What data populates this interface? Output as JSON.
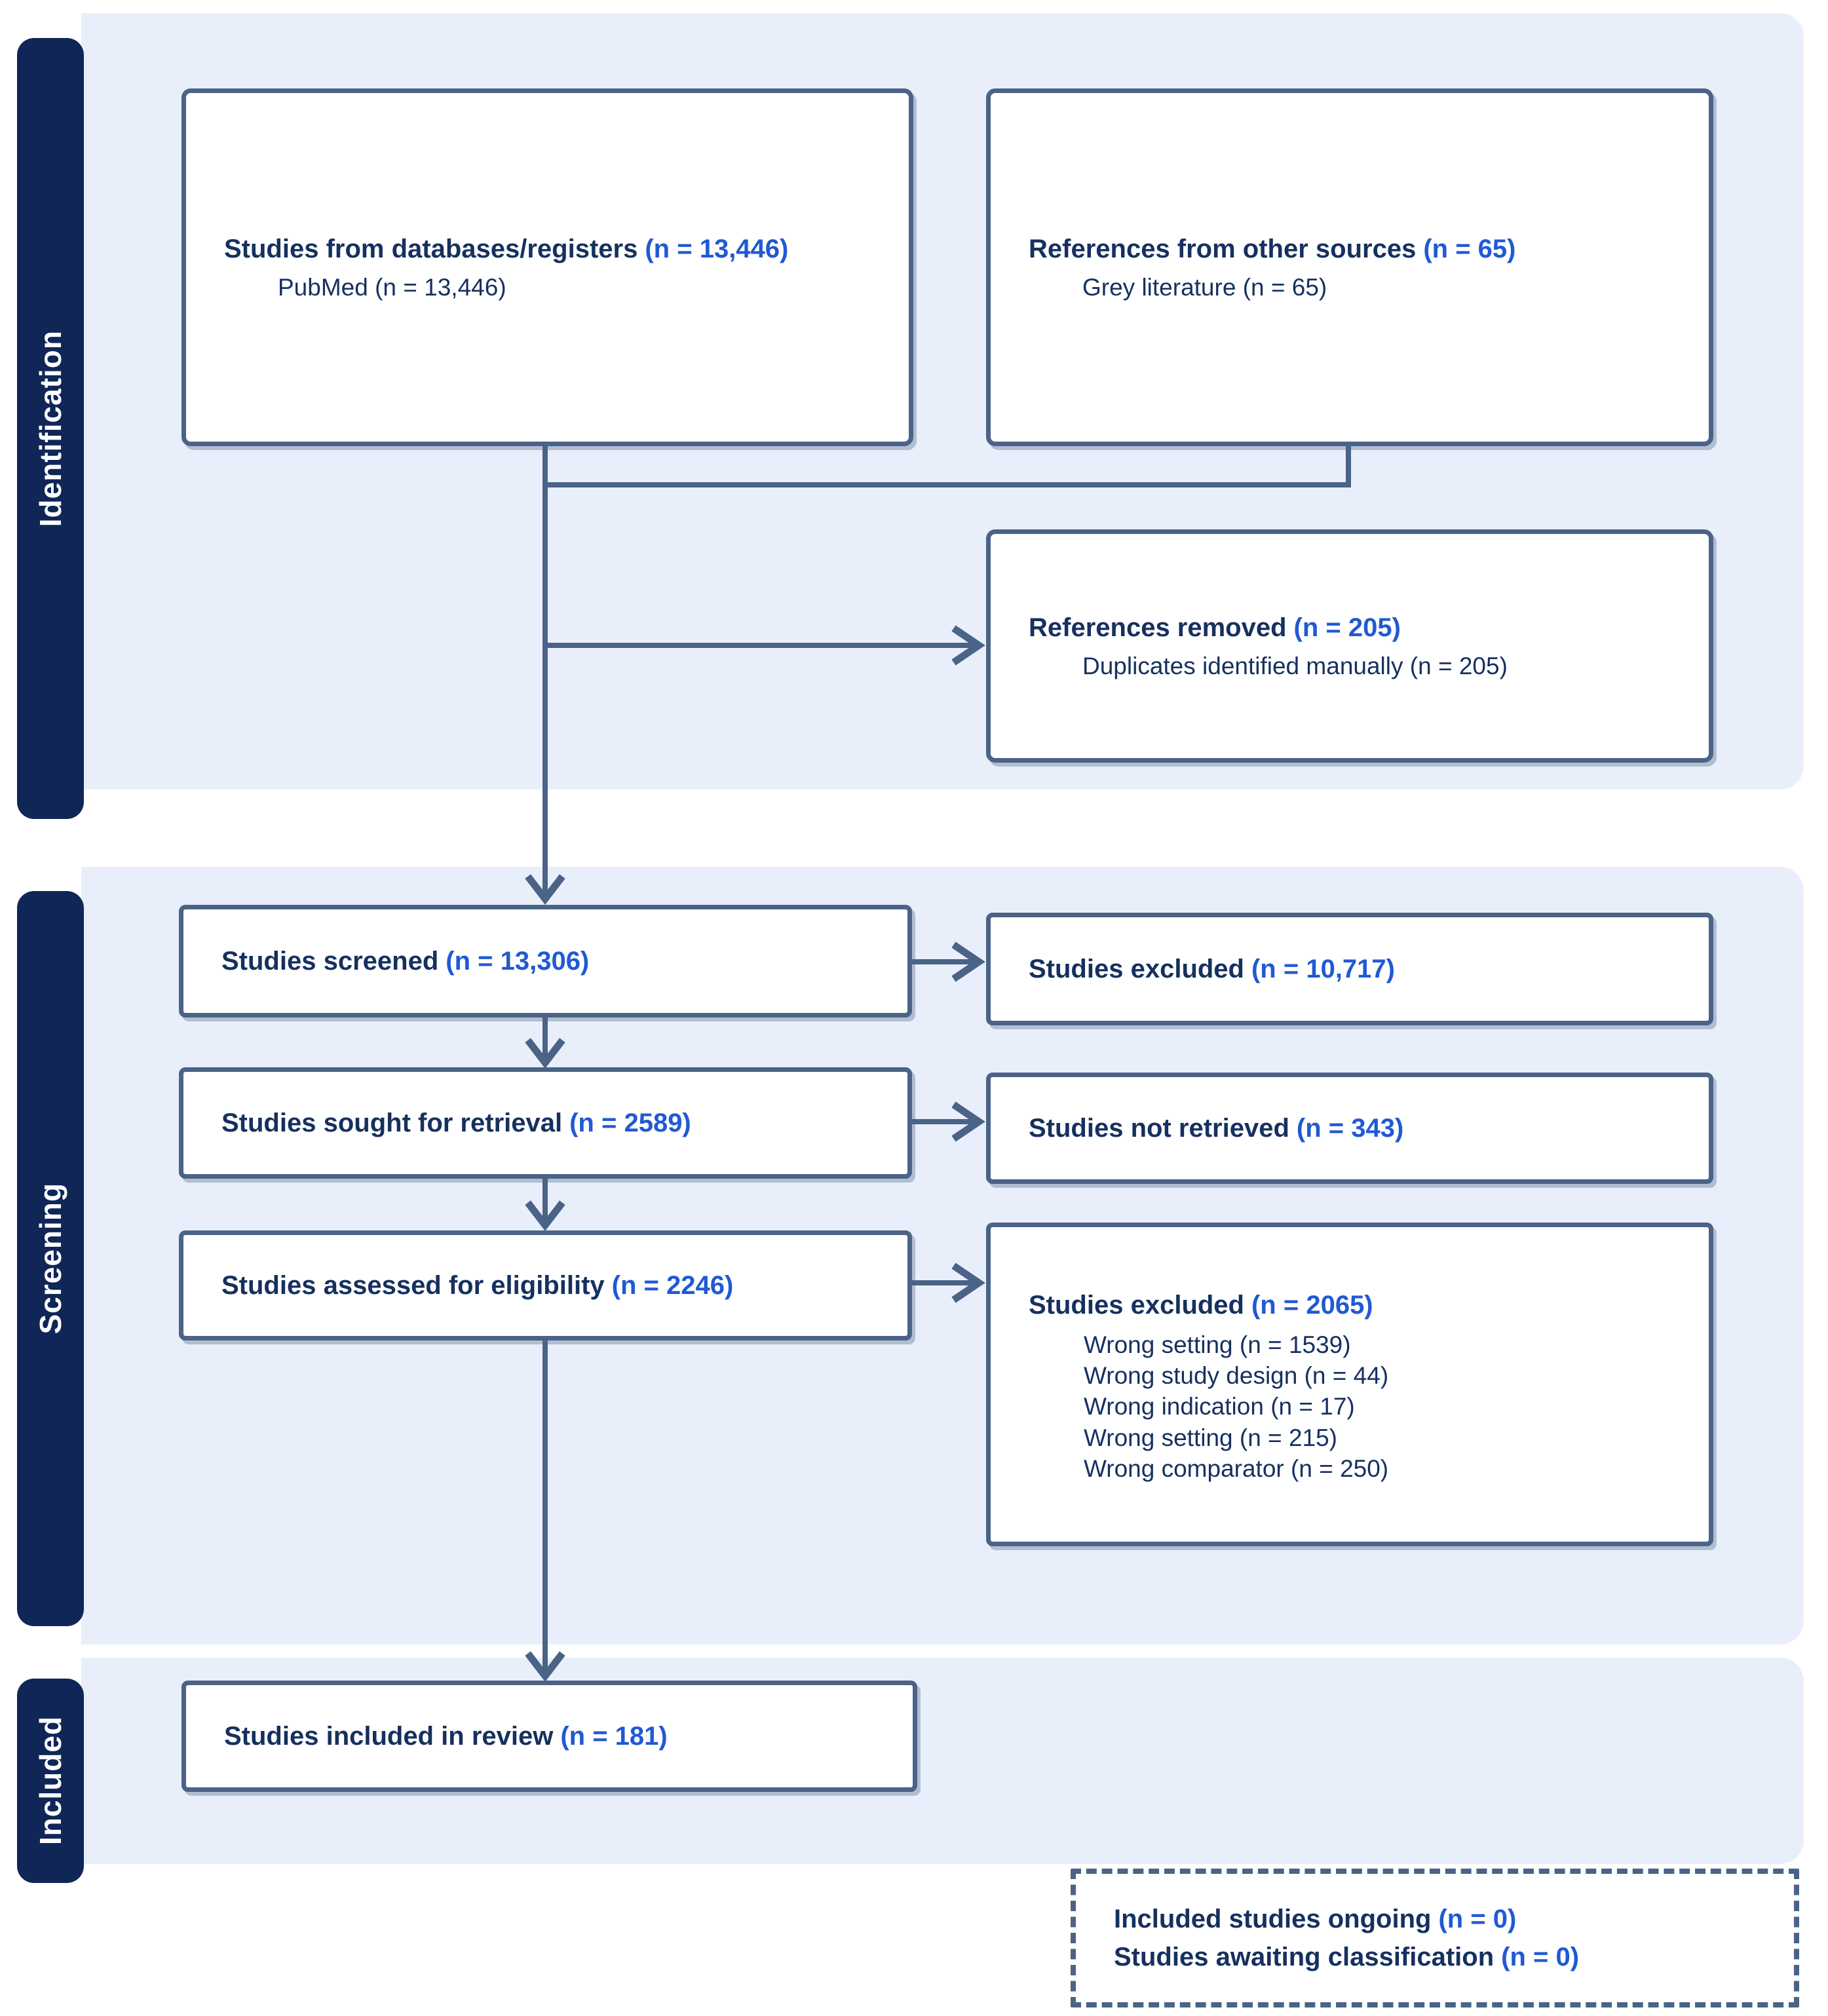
{
  "figure": {
    "type": "PRISMA flow diagram",
    "colors": {
      "stage_bar_navy": "#0f2657",
      "panel_light_blue": "#e9effa",
      "box_border_slate": "#4a6387",
      "text_dark_navy": "#16305f",
      "count_blue": "#2059d4",
      "background": "#ffffff"
    }
  },
  "sections": [
    {
      "label": "Identification"
    },
    {
      "label": "Screening"
    },
    {
      "label": "Included"
    }
  ],
  "boxes": {
    "databases": {
      "label": "Studies from databases/registers",
      "n": "(n = 13,446)",
      "sub": "PubMed (n = 13,446)"
    },
    "other_sources": {
      "label": "References from other sources",
      "n": "(n = 65)",
      "sub": "Grey literature (n = 65)"
    },
    "references_removed": {
      "label": "References removed",
      "n": "(n = 205)",
      "sub": "Duplicates identified manually (n = 205)"
    },
    "screened": {
      "label": "Studies screened",
      "n": "(n = 13,306)"
    },
    "excluded_screening": {
      "label": "Studies excluded",
      "n": "(n = 10,717)"
    },
    "sought": {
      "label": "Studies sought for retrieval",
      "n": "(n = 2589)"
    },
    "not_retrieved": {
      "label": "Studies not retrieved",
      "n": "(n = 343)"
    },
    "assessed": {
      "label": "Studies assessed for eligibility",
      "n": "(n = 2246)"
    },
    "excluded_eligibility": {
      "label": "Studies excluded",
      "n": "(n = 2065)",
      "reasons": [
        "Wrong setting (n = 1539)",
        "Wrong study design (n = 44)",
        "Wrong indication (n = 17)",
        "Wrong setting (n = 215)",
        "Wrong comparator (n = 250)"
      ]
    },
    "included_review": {
      "label": "Studies included in review",
      "n": "(n = 181)"
    },
    "ongoing": {
      "lines": [
        {
          "label": "Included studies ongoing",
          "n": "(n = 0)"
        },
        {
          "label": "Studies awaiting classification",
          "n": "(n = 0)"
        }
      ]
    }
  }
}
